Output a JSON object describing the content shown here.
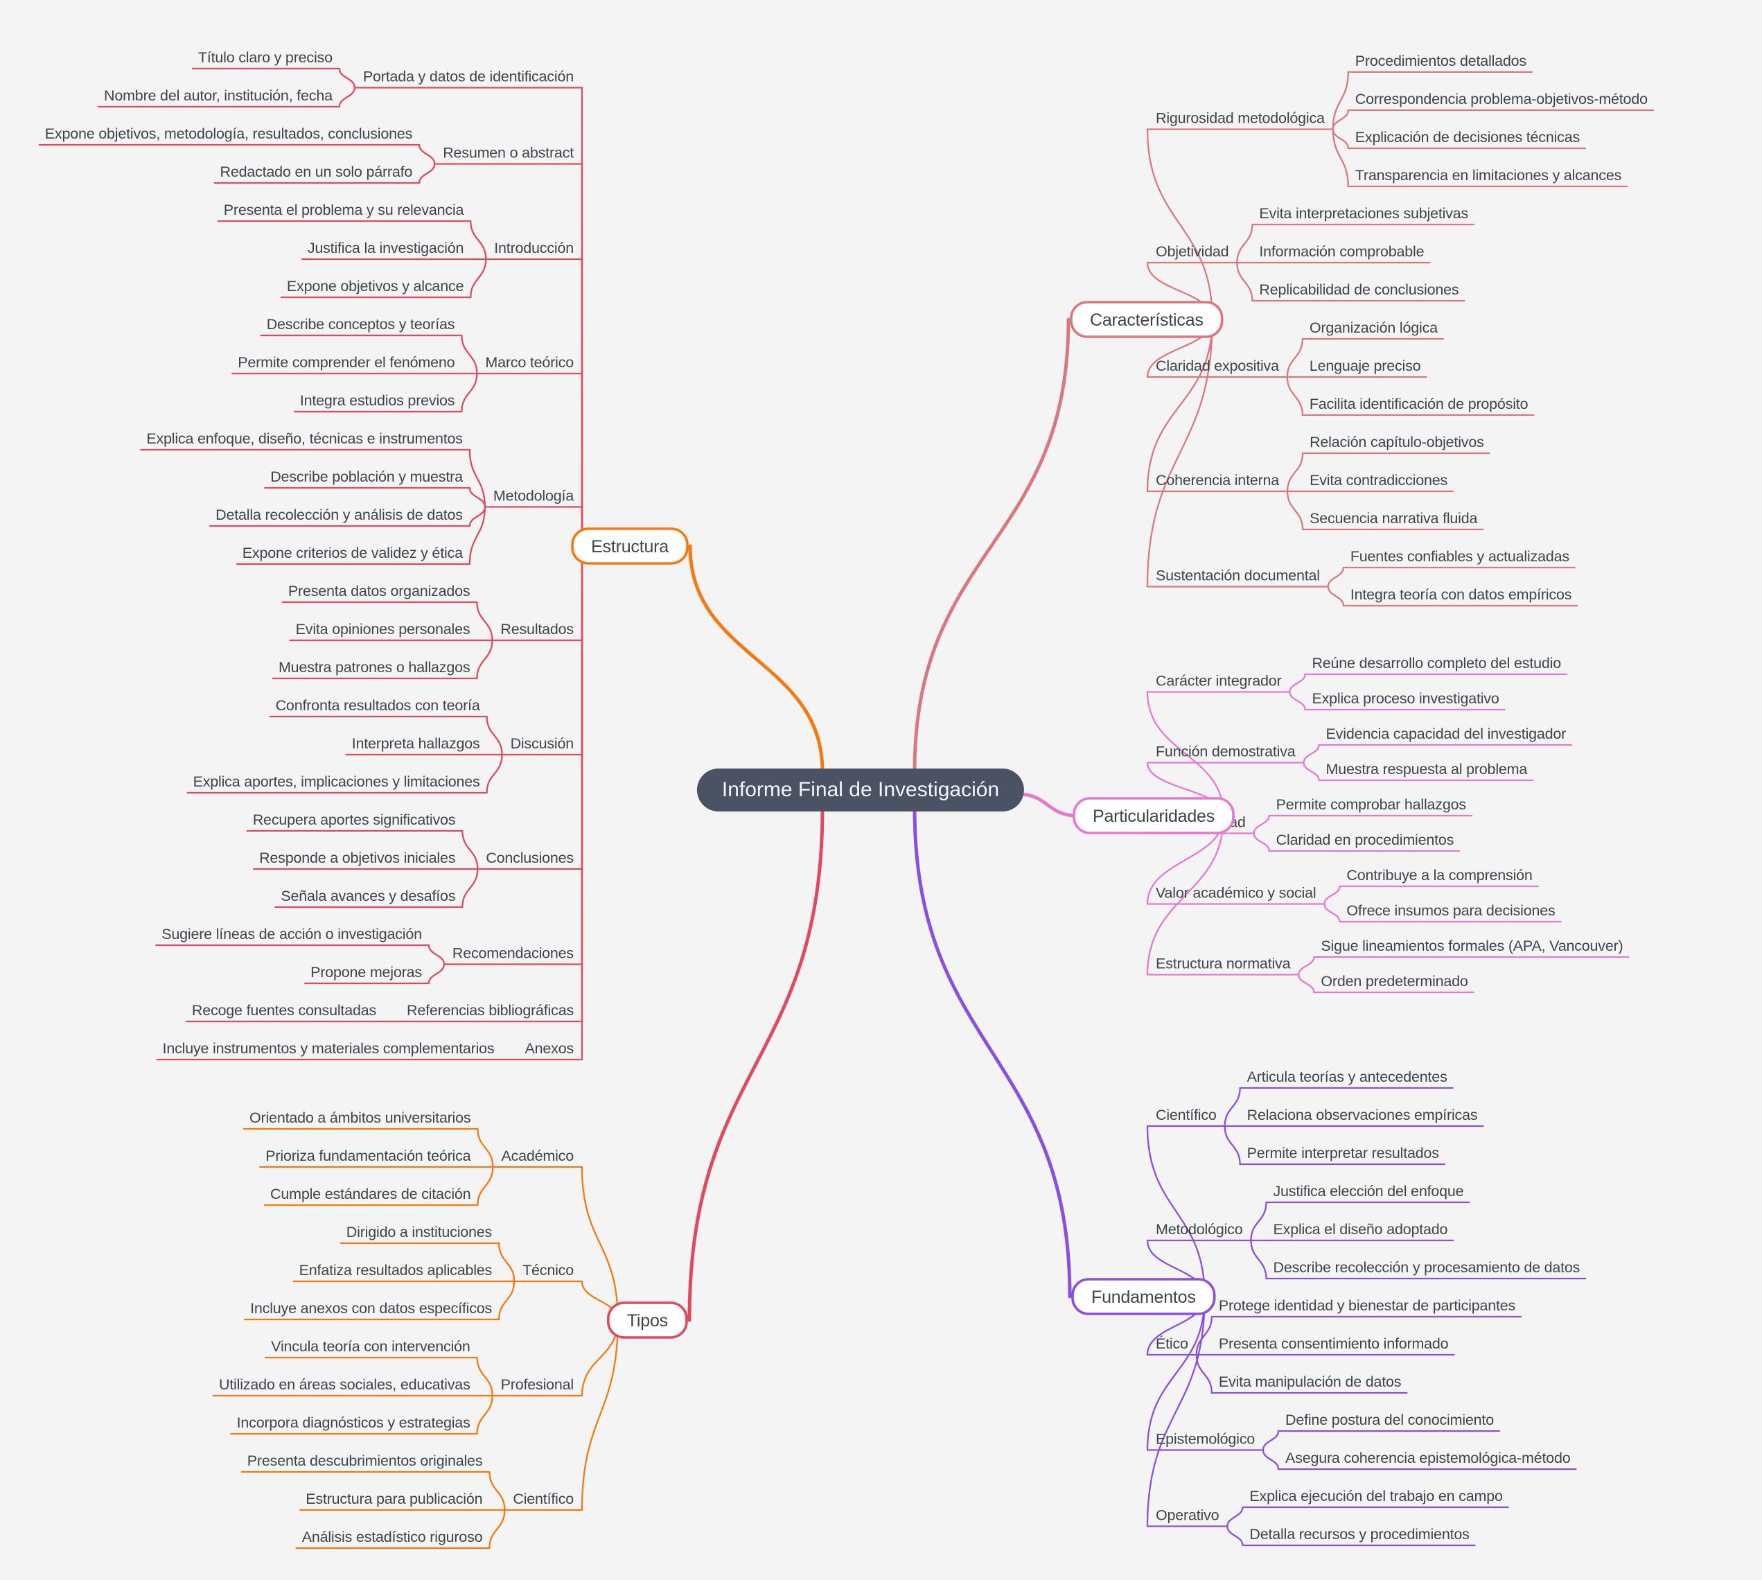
{
  "title": "Informe Final de Investigación",
  "theme": {
    "background": "#f4f4f4",
    "center_fill": "#4a5264",
    "center_text_color": "#f5f6f8",
    "label_color": "#3f444a",
    "node_fill": "#ffffff",
    "orange": "#f6790f",
    "crimson": "#e04a5e",
    "soft_red": "#d9797f",
    "pink": "#e678d2",
    "purple": "#8b4fe0"
  },
  "branches": [
    {
      "label": "Estructura",
      "color": "#f6790f",
      "link_color": "#e04a5e",
      "children": [
        {
          "label": "Portada y datos de identificación",
          "leaves": [
            "Título claro y preciso",
            "Nombre del autor, institución, fecha"
          ]
        },
        {
          "label": "Resumen o abstract",
          "leaves": [
            "Expone objetivos, metodología, resultados, conclusiones",
            "Redactado en un solo párrafo"
          ]
        },
        {
          "label": "Introducción",
          "leaves": [
            "Presenta el problema y su relevancia",
            "Justifica la investigación",
            "Expone objetivos y alcance"
          ]
        },
        {
          "label": "Marco teórico",
          "leaves": [
            "Describe conceptos y teorías",
            "Permite comprender el fenómeno",
            "Integra estudios previos"
          ]
        },
        {
          "label": "Metodología",
          "leaves": [
            "Explica enfoque, diseño, técnicas e instrumentos",
            "Describe población y muestra",
            "Detalla recolección y análisis de datos",
            "Expone criterios de validez y ética"
          ]
        },
        {
          "label": "Resultados",
          "leaves": [
            "Presenta datos organizados",
            "Evita opiniones personales",
            "Muestra patrones o hallazgos"
          ]
        },
        {
          "label": "Discusión",
          "leaves": [
            "Confronta resultados con teoría",
            "Interpreta hallazgos",
            "Explica aportes, implicaciones y limitaciones"
          ]
        },
        {
          "label": "Conclusiones",
          "leaves": [
            "Recupera aportes significativos",
            "Responde a objetivos iniciales",
            "Señala avances y desafíos"
          ]
        },
        {
          "label": "Recomendaciones",
          "leaves": [
            "Sugiere líneas de acción o investigación",
            "Propone mejoras"
          ]
        },
        {
          "label": "Referencias bibliográficas",
          "leaves": [
            "Recoge fuentes consultadas"
          ]
        },
        {
          "label": "Anexos",
          "leaves": [
            "Incluye instrumentos y materiales complementarios"
          ]
        }
      ]
    },
    {
      "label": "Tipos",
      "color": "#e04a5e",
      "link_color": "#f6790f",
      "children": [
        {
          "label": "Académico",
          "leaves": [
            "Orientado a ámbitos universitarios",
            "Prioriza fundamentación teórica",
            "Cumple estándares de citación"
          ]
        },
        {
          "label": "Técnico",
          "leaves": [
            "Dirigido a instituciones",
            "Enfatiza resultados aplicables",
            "Incluye anexos con datos específicos"
          ]
        },
        {
          "label": "Profesional",
          "leaves": [
            "Vincula teoría con intervención",
            "Utilizado en áreas sociales, educativas",
            "Incorpora diagnósticos y estrategias"
          ]
        },
        {
          "label": "Científico",
          "leaves": [
            "Presenta descubrimientos originales",
            "Estructura para publicación",
            "Análisis estadístico riguroso"
          ]
        }
      ]
    },
    {
      "label": "Características",
      "color": "#d9797f",
      "link_color": "#d9797f",
      "children": [
        {
          "label": "Rigurosidad metodológica",
          "leaves": [
            "Procedimientos detallados",
            "Correspondencia problema-objetivos-método",
            "Explicación de decisiones técnicas",
            "Transparencia en limitaciones y alcances"
          ]
        },
        {
          "label": "Objetividad",
          "leaves": [
            "Evita interpretaciones subjetivas",
            "Información comprobable",
            "Replicabilidad de conclusiones"
          ]
        },
        {
          "label": "Claridad expositiva",
          "leaves": [
            "Organización lógica",
            "Lenguaje preciso",
            "Facilita identificación de propósito"
          ]
        },
        {
          "label": "Coherencia interna",
          "leaves": [
            "Relación capítulo-objetivos",
            "Evita contradicciones",
            "Secuencia narrativa fluida"
          ]
        },
        {
          "label": "Sustentación documental",
          "leaves": [
            "Fuentes confiables y actualizadas",
            "Integra teoría con datos empíricos"
          ]
        }
      ]
    },
    {
      "label": "Particularidades",
      "color": "#e678d2",
      "link_color": "#e678d2",
      "children": [
        {
          "label": "Carácter integrador",
          "leaves": [
            "Reúne desarrollo completo del estudio",
            "Explica proceso investigativo"
          ]
        },
        {
          "label": "Función demostrativa",
          "leaves": [
            "Evidencia capacidad del investigador",
            "Muestra respuesta al problema"
          ]
        },
        {
          "label": "Verificabilidad",
          "leaves": [
            "Permite comprobar hallazgos",
            "Claridad en procedimientos"
          ]
        },
        {
          "label": "Valor académico y social",
          "leaves": [
            "Contribuye a la comprensión",
            "Ofrece insumos para decisiones"
          ]
        },
        {
          "label": "Estructura normativa",
          "leaves": [
            "Sigue lineamientos formales (APA, Vancouver)",
            "Orden predeterminado"
          ]
        }
      ]
    },
    {
      "label": "Fundamentos",
      "color": "#8b4fe0",
      "link_color": "#8b4fe0",
      "children": [
        {
          "label": "Científico",
          "leaves": [
            "Articula teorías y antecedentes",
            "Relaciona observaciones empíricas",
            "Permite interpretar resultados"
          ]
        },
        {
          "label": "Metodológico",
          "leaves": [
            "Justifica elección del enfoque",
            "Explica el diseño adoptado",
            "Describe recolección y procesamiento de datos"
          ]
        },
        {
          "label": "Ético",
          "leaves": [
            "Protege identidad y bienestar de participantes",
            "Presenta consentimiento informado",
            "Evita manipulación de datos"
          ]
        },
        {
          "label": "Epistemológico",
          "leaves": [
            "Define postura del conocimiento",
            "Asegura coherencia epistemológica-método"
          ]
        },
        {
          "label": "Operativo",
          "leaves": [
            "Explica ejecución del trabajo en campo",
            "Detalla recursos y procedimientos"
          ]
        }
      ]
    }
  ]
}
